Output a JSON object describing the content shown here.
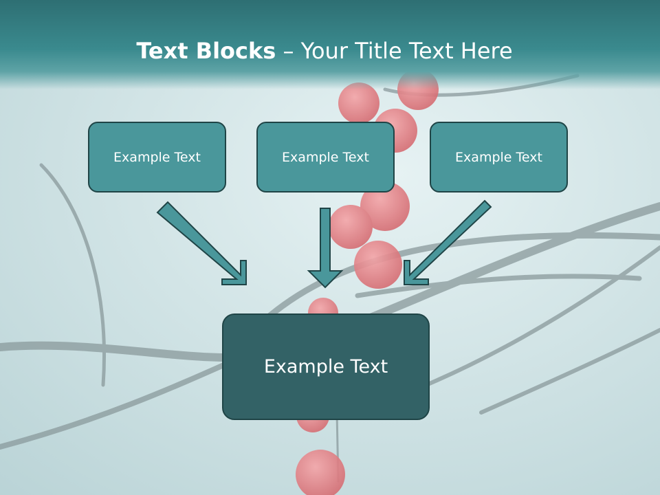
{
  "slide": {
    "title_bold": "Text Blocks",
    "title_dash": " – ",
    "title_rest": "Your Title Text Here"
  },
  "diagram": {
    "top_blocks": [
      {
        "label": "Example Text"
      },
      {
        "label": "Example Text"
      },
      {
        "label": "Example Text"
      }
    ],
    "main_block": {
      "label": "Example Text"
    }
  },
  "colors": {
    "header": "#3a8a8e",
    "small_block": "#4a979b",
    "main_block": "#336266",
    "arrow": "#4a979b",
    "outline": "#1f4446"
  }
}
